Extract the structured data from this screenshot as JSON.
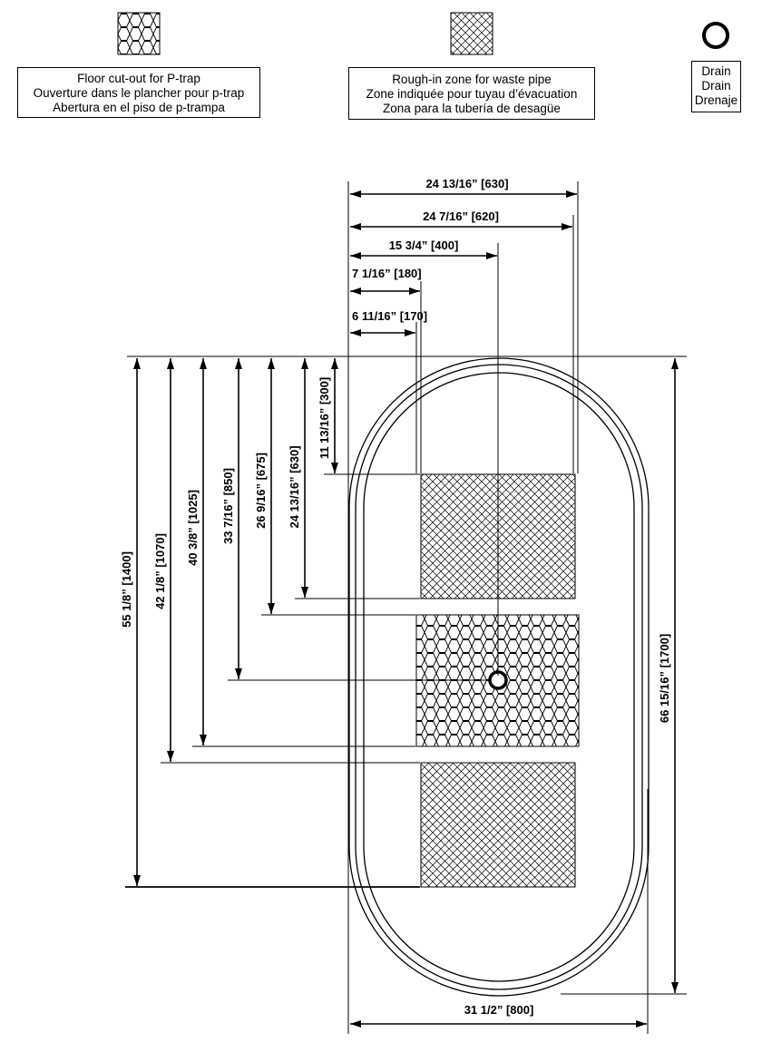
{
  "legend": {
    "ptrap": {
      "lines": [
        "Floor cut-out for P-trap",
        "Ouverture dans le plancher pour p-trap",
        "Abertura en el piso de p-trampa"
      ],
      "icon": "hexagon-pattern-icon"
    },
    "waste": {
      "lines": [
        "Rough-in zone for waste pipe",
        "Zone indiquée pour tuyau d’évacuation",
        "Zona para la tubería de desagüe"
      ],
      "icon": "crosshatch-pattern-icon"
    },
    "drain": {
      "lines": [
        "Drain",
        "Drain",
        "Drenaje"
      ],
      "icon": "circle-drain-icon"
    }
  },
  "dimensions": {
    "horizontal": [
      "24 13/16” [630]",
      "24 7/16” [620]",
      "15 3/4” [400]",
      "7 1/16” [180]",
      "6 11/16” [170]",
      "31 1/2” [800]"
    ],
    "vertical": [
      "55 1/8” [1400]",
      "42 1/8” [1070]",
      "40 3/8” [1025]",
      "33 7/16” [850]",
      "26 9/16” [675]",
      "24 13/16” [630]",
      "11 13/16” [300]",
      "66 15/16” [1700]"
    ]
  },
  "colors": {
    "line": "#000000",
    "background": "#ffffff"
  }
}
